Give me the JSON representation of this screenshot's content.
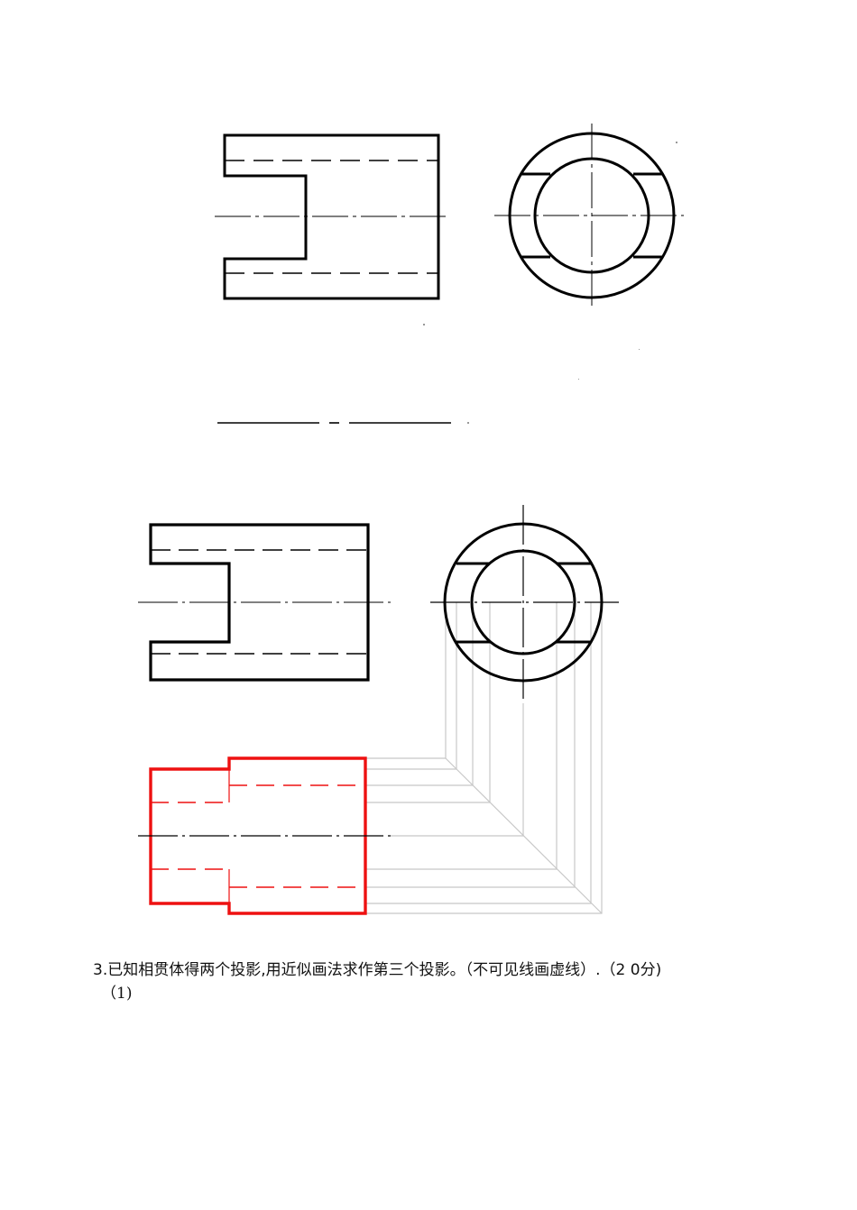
{
  "document": {
    "question": {
      "number": "3.",
      "text": "已知相贯体得两个投影,用近似画法求作第三个投影。（不可见线画虚线）.（2 0分)",
      "sub_label": "（1)"
    },
    "figures": [
      {
        "id": "given-views",
        "description": "Given front view (slotted cylinder) and side view (concentric circles with flats)",
        "answer_line": "empty line with centerline marks for the third projection"
      },
      {
        "id": "solution-views",
        "description": "Front view, side view, and solved top view (red) with gray projection construction lines at 45°"
      }
    ],
    "colors": {
      "ink": "#000000",
      "solution": "#ee1111",
      "construction": "#c8c8c8"
    }
  }
}
